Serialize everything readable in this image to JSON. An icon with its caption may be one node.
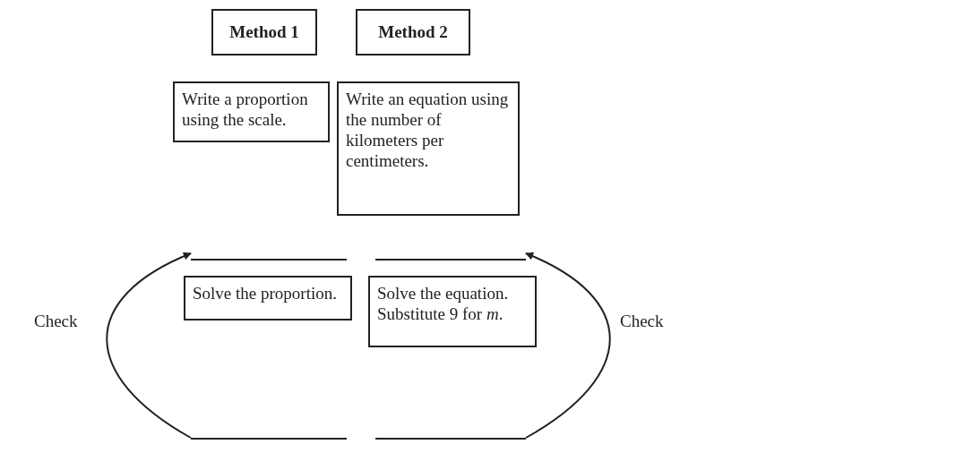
{
  "diagram": {
    "nodes": [
      {
        "text": [
          "Method 1"
        ]
      },
      {
        "text": [
          "Method 2"
        ]
      },
      {
        "text": [
          "Write a proportion using the scale."
        ]
      },
      {
        "text": [
          "Write an equation using the number of kilometers per centimeters."
        ]
      },
      {
        "text": [],
        "shape": "line"
      },
      {
        "text": [],
        "shape": "line"
      },
      {
        "text": [
          "Solve the proportion."
        ]
      },
      {
        "text": [
          "Solve the equation. Substitute 9 for *m*."
        ]
      },
      {
        "text": [],
        "shape": "line"
      },
      {
        "text": [],
        "shape": "line"
      }
    ],
    "edges": [
      {
        "from": 8,
        "to": 4,
        "arrow": "to",
        "label": "Check"
      },
      {
        "from": 9,
        "to": 5,
        "arrow": "to",
        "label": "Check"
      }
    ]
  }
}
